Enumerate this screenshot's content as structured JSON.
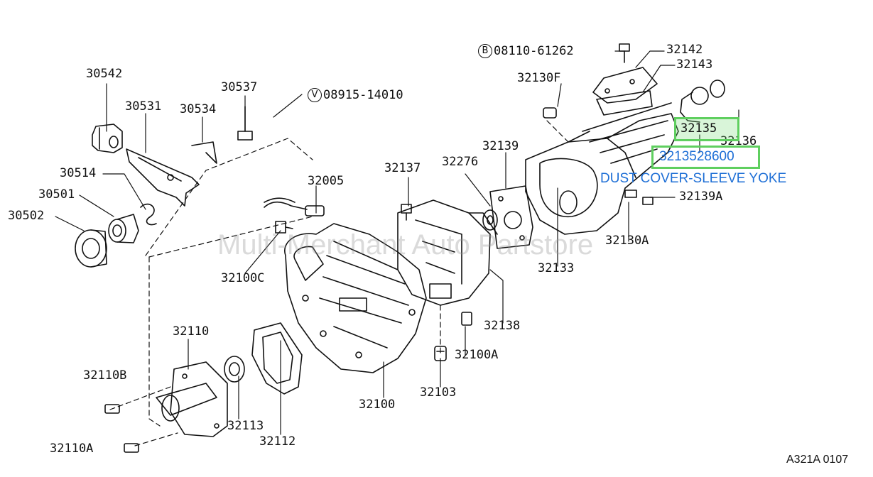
{
  "diagram": {
    "watermark": "Multi-Merchant Auto Partstore",
    "figure_code": "A321A 0107",
    "highlight": {
      "part_label": "32135",
      "part_number": "3213528600",
      "description": "DUST COVER-SLEEVE YOKE",
      "colors": {
        "border": "#5fcf5f",
        "text": "#1e6fd6"
      }
    },
    "bolt_callouts": [
      {
        "circle": "B",
        "number": "08110-61262"
      },
      {
        "circle": "V",
        "number": "08915-14010"
      }
    ],
    "part_labels": [
      "30542",
      "30531",
      "30534",
      "30537",
      "30514",
      "30501",
      "30502",
      "32142",
      "32143",
      "32130F",
      "32136",
      "32139",
      "32137",
      "32276",
      "32005",
      "32139A",
      "32130A",
      "32133",
      "32100C",
      "32138",
      "32100A",
      "32103",
      "32100",
      "32110",
      "32110B",
      "32113",
      "32112",
      "32110A"
    ]
  }
}
